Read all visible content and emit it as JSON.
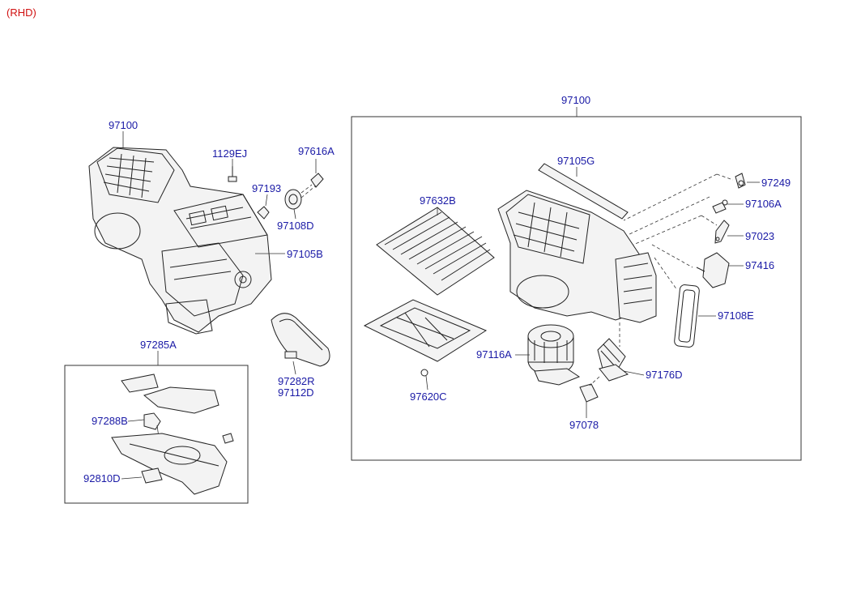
{
  "header": {
    "variant": "(RHD)"
  },
  "colors": {
    "label": "#1a1aa6",
    "variant": "#d01010",
    "line": "#222222"
  },
  "labels": {
    "p97100_left": "97100",
    "p1129EJ": "1129EJ",
    "p97616A": "97616A",
    "p97193": "97193",
    "p97108D": "97108D",
    "p97105B": "97105B",
    "p97285A": "97285A",
    "p97282R": "97282R",
    "p97112D": "97112D",
    "p97288B": "97288B",
    "p92810D": "92810D",
    "p97100_right": "97100",
    "p97105G": "97105G",
    "p97632B": "97632B",
    "p97249": "97249",
    "p97106A": "97106A",
    "p97023": "97023",
    "p97416": "97416",
    "p97108E": "97108E",
    "p97116A": "97116A",
    "p97176D": "97176D",
    "p97620C": "97620C",
    "p97078": "97078"
  }
}
